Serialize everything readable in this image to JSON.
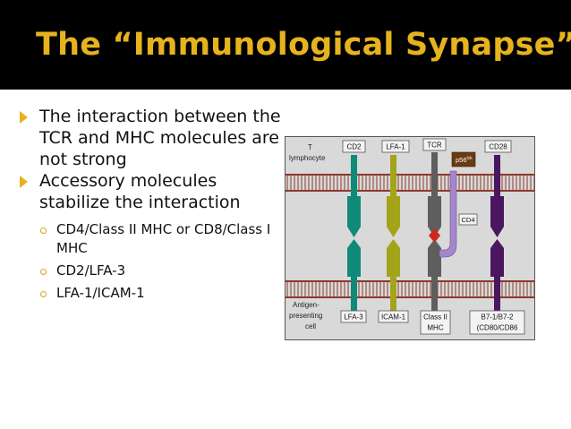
{
  "slide": {
    "title": "The “Immunological Synapse”",
    "bullets": [
      "The interaction between the TCR and MHC molecules are not strong",
      "Accessory molecules stabilize the interaction"
    ],
    "sub_bullets": [
      "CD4/Class II MHC or CD8/Class I MHC",
      "CD2/LFA-3",
      "LFA-1/ICAM-1"
    ]
  },
  "figure": {
    "t_cell_label_1": "T",
    "t_cell_label_2": "lymphocyte",
    "apc_label_1": "Antigen-",
    "apc_label_2": "presenting",
    "apc_label_3": "cell",
    "top_labels": [
      "CD2",
      "LFA-1",
      "TCR",
      "CD28"
    ],
    "p56_label": "p56",
    "p56_sup": "lck",
    "cd4_label": "CD4",
    "bottom_labels": [
      "LFA-3",
      "ICAM-1",
      "Class II",
      "MHC",
      "B7-1/B7-2",
      "(CD80/CD86"
    ],
    "colors": {
      "cd2": "#0f8a78",
      "lfa1": "#a4a41a",
      "tcr": "#5e5e5e",
      "cd28": "#4a1660",
      "cd4": "#a487c9",
      "p56": "#6a3a12",
      "membrane": "#8c3a2c",
      "peptide": "#d0281c"
    }
  }
}
